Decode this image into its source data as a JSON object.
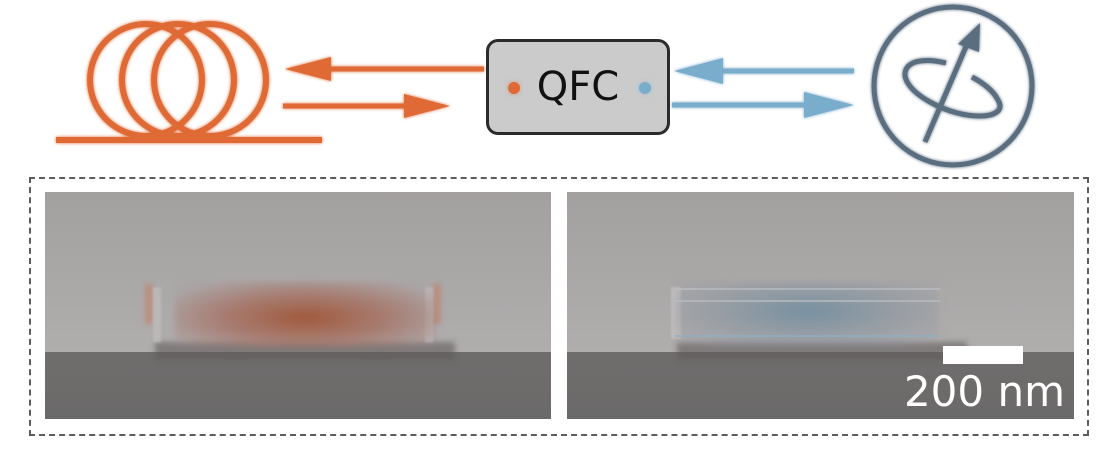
{
  "colors": {
    "telecom_orange": "#e06a36",
    "visible_blue": "#7aaccc",
    "qubit_slate": "#5a6e80",
    "qfc_box_fill": "#cbcbcb",
    "qfc_box_border": "#2b2b2b",
    "frame_dash": "#5c5c5c"
  },
  "diagram": {
    "left_component": {
      "icon": "fiber-spool-icon",
      "description": "optical fiber coil"
    },
    "center_component": {
      "label": "QFC",
      "left_port": "orange-port-dot",
      "right_port": "blue-port-dot"
    },
    "right_component": {
      "icon": "qubit-bloch-sphere-icon",
      "description": "spin qubit with precession"
    },
    "arrows": [
      {
        "from": "QFC",
        "to": "fiber",
        "color": "orange",
        "direction": "left"
      },
      {
        "from": "fiber",
        "to": "QFC",
        "color": "orange",
        "direction": "right"
      },
      {
        "from": "qubit",
        "to": "QFC",
        "color": "blue",
        "direction": "left"
      },
      {
        "from": "QFC",
        "to": "qubit",
        "color": "blue",
        "direction": "right"
      }
    ]
  },
  "micrographs": {
    "left": {
      "tint": "orange",
      "description": "SEM cross-section with orange mode overlay"
    },
    "right": {
      "tint": "blue",
      "description": "SEM cross-section with blue mode overlay"
    },
    "scale_bar": {
      "label": "200 nm"
    }
  }
}
